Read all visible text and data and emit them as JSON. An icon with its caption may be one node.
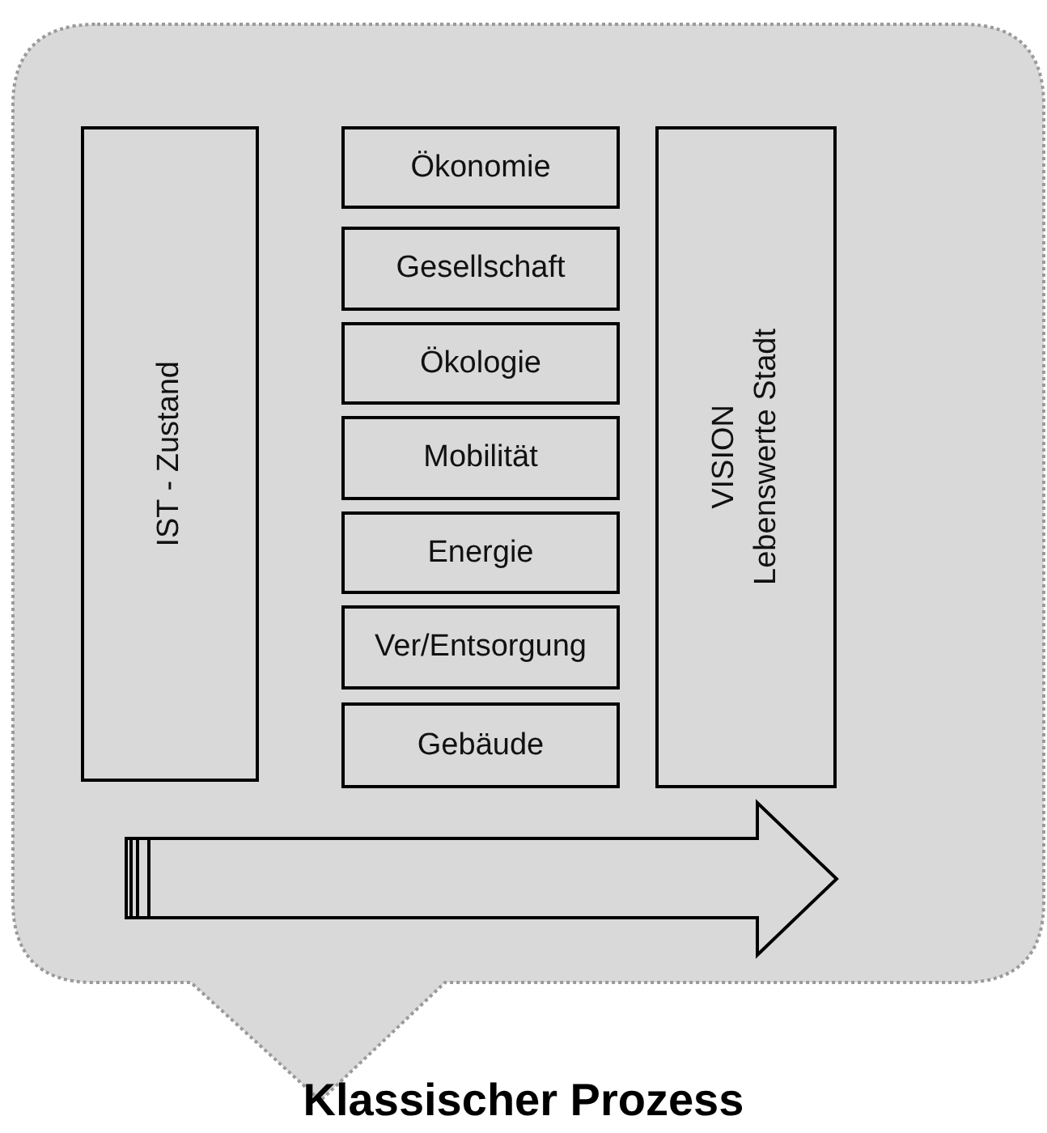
{
  "diagram": {
    "caption": "Klassischer Prozess",
    "nodes": [
      {
        "text": [
          "IST - Zustand"
        ]
      },
      {
        "text": [
          "Ökonomie"
        ]
      },
      {
        "text": [
          "Gesellschaft"
        ]
      },
      {
        "text": [
          "Ökologie"
        ]
      },
      {
        "text": [
          "Mobilität"
        ]
      },
      {
        "text": [
          "Energie"
        ]
      },
      {
        "text": [
          "Ver/Entsorgung"
        ]
      },
      {
        "text": [
          "Gebäude"
        ]
      },
      {
        "text": [
          "VISION",
          "Lebenswerte Stadt"
        ]
      }
    ]
  }
}
